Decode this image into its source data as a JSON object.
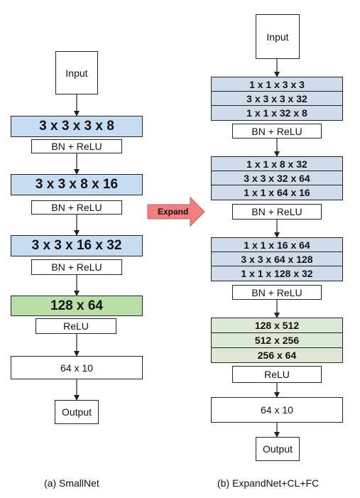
{
  "smallnet": {
    "input": "Input",
    "conv1": "3 x 3 x 3 x 8",
    "bnrelu1": "BN + ReLU",
    "conv2": "3 x 3 x 8 x 16",
    "bnrelu2": "BN + ReLU",
    "conv3": "3 x 3 x 16 x 32",
    "bnrelu3": "BN + ReLU",
    "fc1": "128 x 64",
    "relu": "ReLU",
    "fc2": "64 x 10",
    "output": "Output",
    "caption": "(a) SmallNet"
  },
  "expand_arrow": {
    "label": "Expand",
    "color": "#f08080"
  },
  "expandnet": {
    "input": "Input",
    "block1": [
      "1 x 1 x 3 x 3",
      "3 x 3 x 3 x 32",
      "1 x 1 x 32 x 8"
    ],
    "bnrelu1": "BN + ReLU",
    "block2": [
      "1 x 1 x 8 x 32",
      "3 x 3 x 32 x 64",
      "1 x 1 x 64 x 16"
    ],
    "bnrelu2": "BN + ReLU",
    "block3": [
      "1 x 1 x 16 x 64",
      "3 x 3 x 64 x 128",
      "1 x 1 x 128 x 32"
    ],
    "bnrelu3": "BN + ReLU",
    "fc_block": [
      "128 x 512",
      "512 x 256",
      "256 x 64"
    ],
    "relu": "ReLU",
    "fc2": "64 x 10",
    "output": "Output",
    "caption": "(b) ExpandNet+CL+FC"
  },
  "colors": {
    "conv_blue": "#c5dcf3",
    "fc_green": "#b9dea7",
    "expand_conv": "#d1dcea",
    "expand_fc": "#dde9d6"
  }
}
